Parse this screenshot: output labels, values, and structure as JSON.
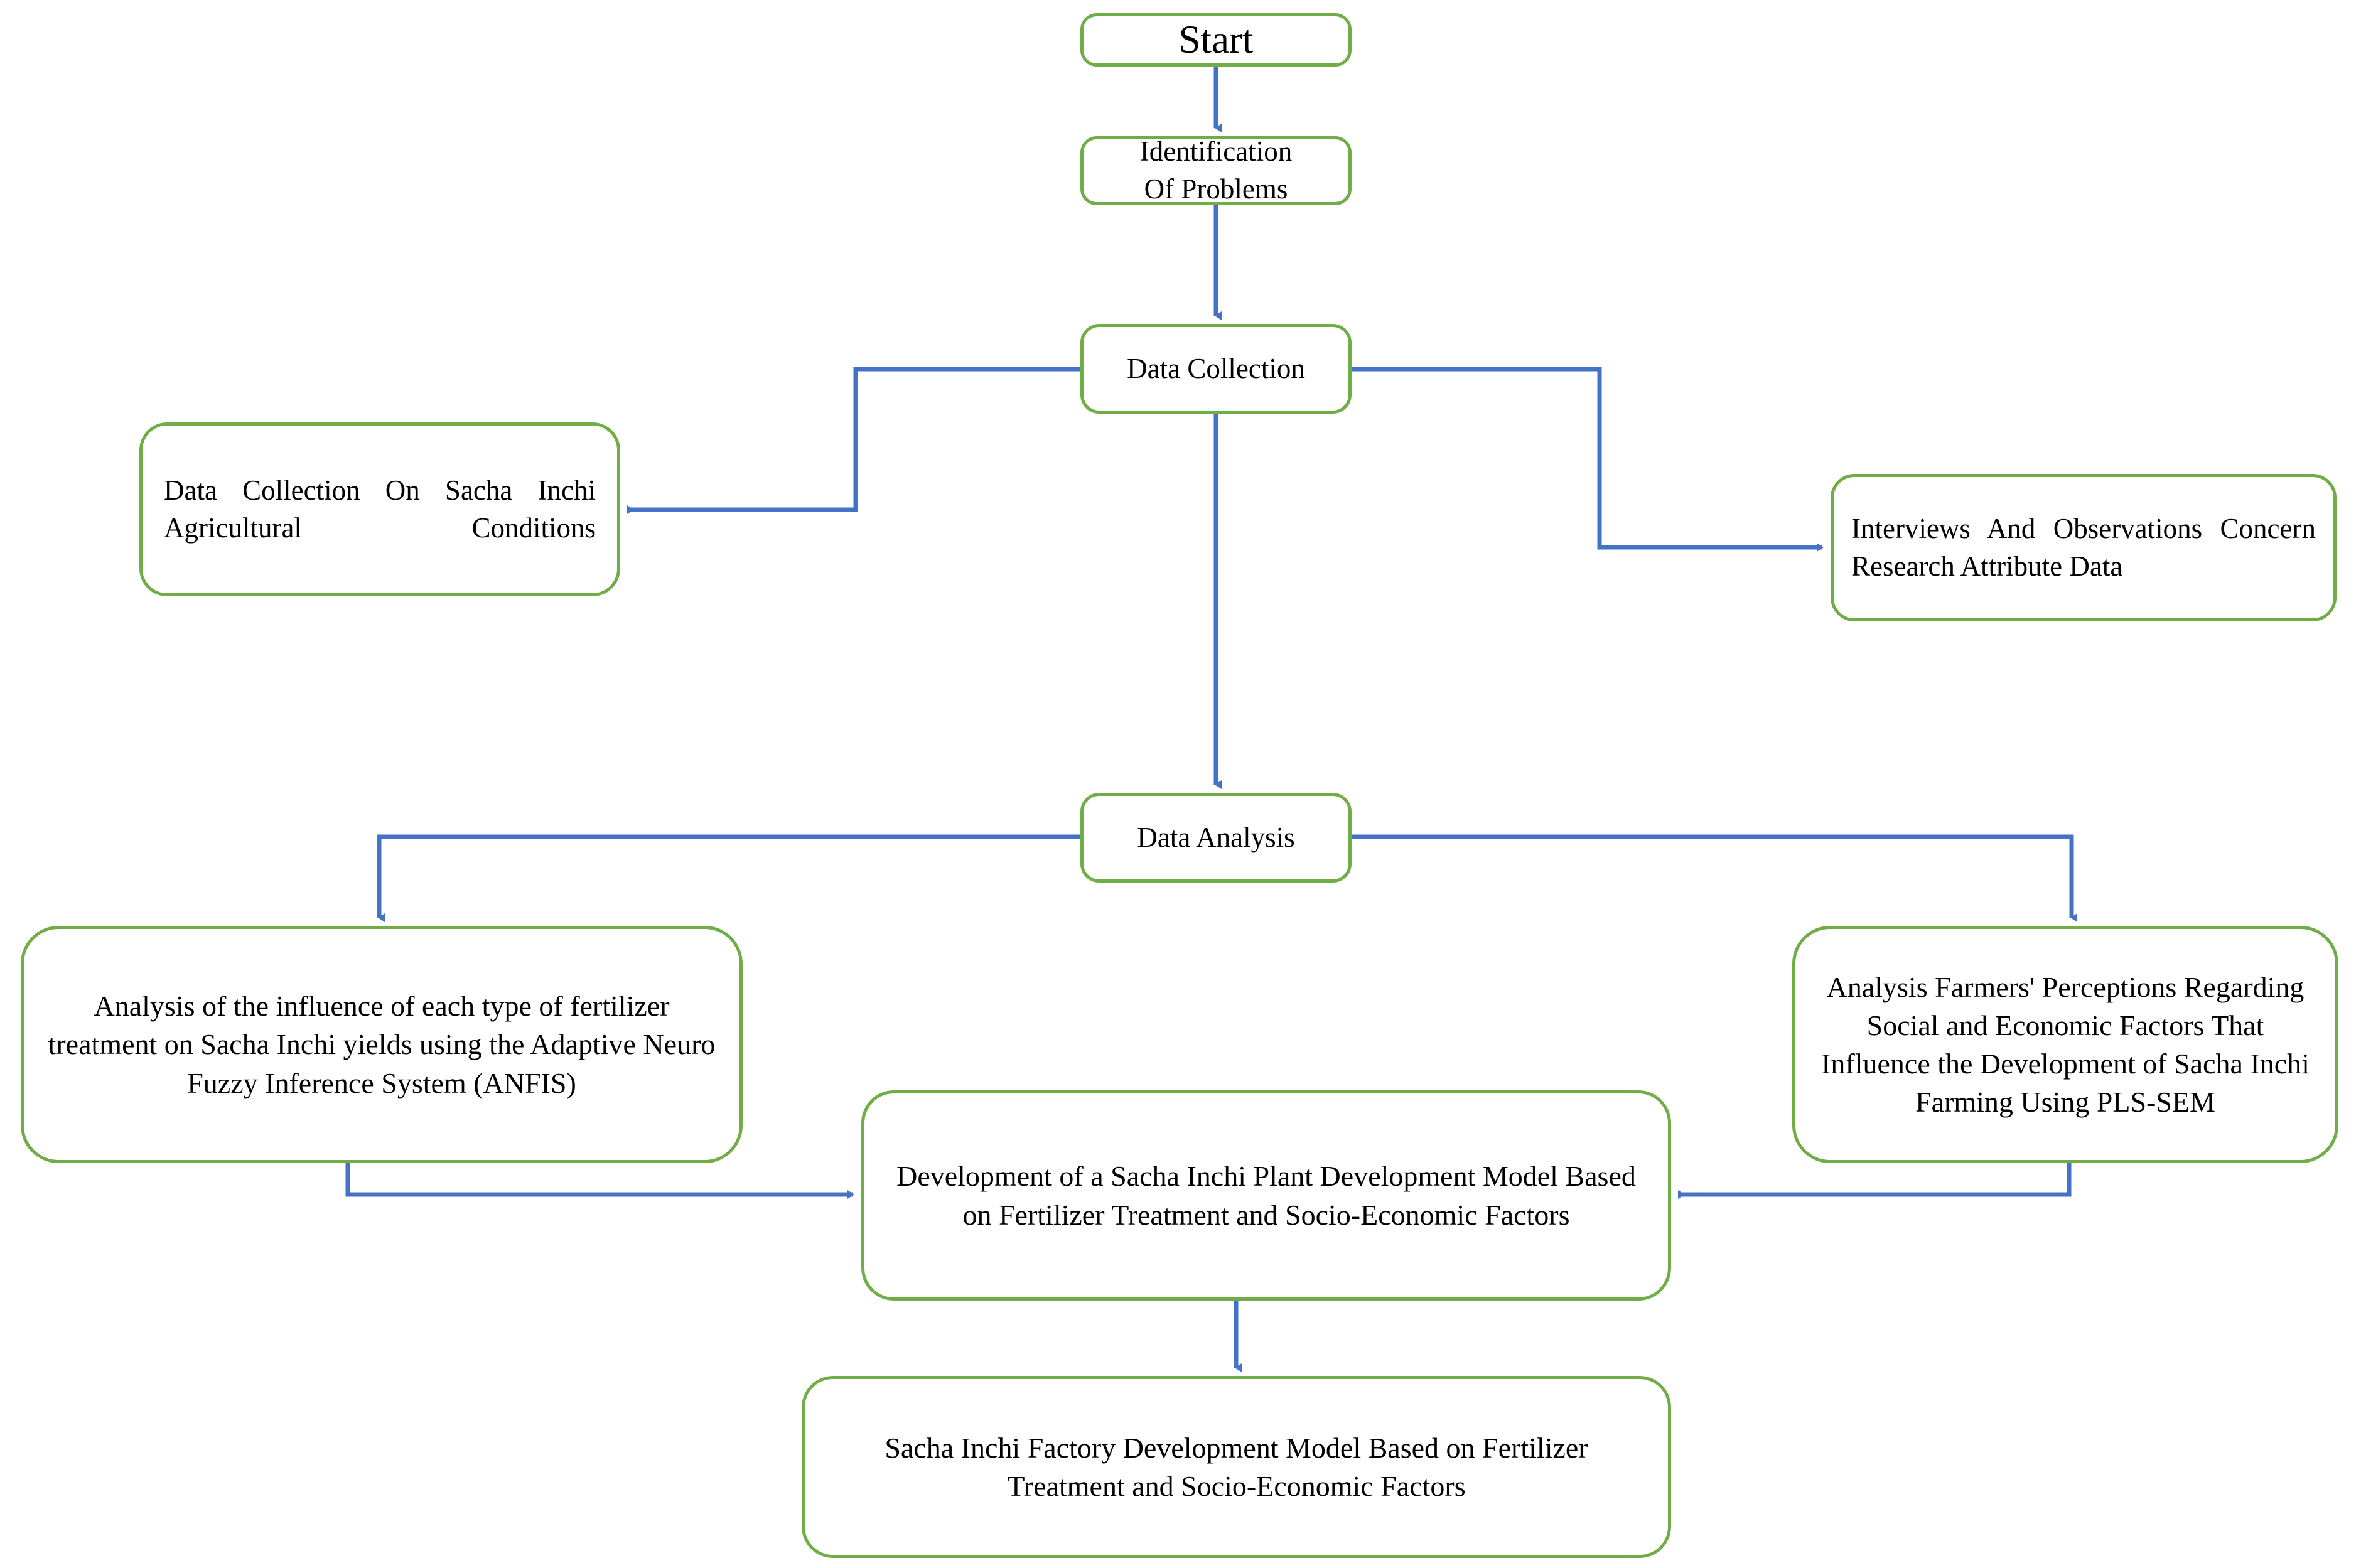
{
  "diagram": {
    "title": "Research Methodology Flowchart",
    "colors": {
      "node_border": "#70AD47",
      "node_fill": "#FFFFFF",
      "connector": "#4472C4",
      "text": "#000000",
      "background": "#FFFFFF"
    },
    "nodes": {
      "start": {
        "label": "Start"
      },
      "identification": {
        "label": "Identification\nOf Problems"
      },
      "data_collection": {
        "label": "Data Collection"
      },
      "agri_conditions": {
        "label": "Data Collection On Sacha Inchi Agricultural Conditions"
      },
      "interviews": {
        "label": "Interviews And Observations Concern Research Attribute Data"
      },
      "data_analysis": {
        "label": "Data Analysis"
      },
      "anfis": {
        "label": "Analysis of the influence of each type of fertilizer treatment on Sacha Inchi yields using the Adaptive Neuro Fuzzy Inference System (ANFIS)"
      },
      "plssem": {
        "label": "Analysis Farmers' Perceptions Regarding Social and Economic Factors That Influence the Development of Sacha Inchi Farming Using PLS-SEM"
      },
      "center_model": {
        "label": "Development of a Sacha Inchi Plant Development Model Based on Fertilizer Treatment and Socio-Economic Factors"
      },
      "factory_model": {
        "label": "Sacha Inchi Factory Development Model Based on Fertilizer Treatment and Socio-Economic Factors"
      }
    },
    "edges": [
      {
        "name": "start-to-identification",
        "from": "start",
        "to": "identification",
        "style": "straight-down"
      },
      {
        "name": "identification-to-data-collection",
        "from": "identification",
        "to": "data_collection",
        "style": "straight-down"
      },
      {
        "name": "data-collection-to-agri-conditions",
        "from": "data_collection",
        "to": "agri_conditions",
        "style": "elbow-left"
      },
      {
        "name": "data-collection-to-interviews",
        "from": "data_collection",
        "to": "interviews",
        "style": "elbow-right"
      },
      {
        "name": "data-collection-to-data-analysis",
        "from": "data_collection",
        "to": "data_analysis",
        "style": "straight-down"
      },
      {
        "name": "data-analysis-to-anfis",
        "from": "data_analysis",
        "to": "anfis",
        "style": "elbow-left-down"
      },
      {
        "name": "data-analysis-to-plssem",
        "from": "data_analysis",
        "to": "plssem",
        "style": "elbow-right-down"
      },
      {
        "name": "anfis-to-center-model",
        "from": "anfis",
        "to": "center_model",
        "style": "elbow-down-right"
      },
      {
        "name": "plssem-to-center-model",
        "from": "plssem",
        "to": "center_model",
        "style": "elbow-down-left"
      },
      {
        "name": "center-model-to-factory-model",
        "from": "center_model",
        "to": "factory_model",
        "style": "straight-down"
      }
    ]
  }
}
